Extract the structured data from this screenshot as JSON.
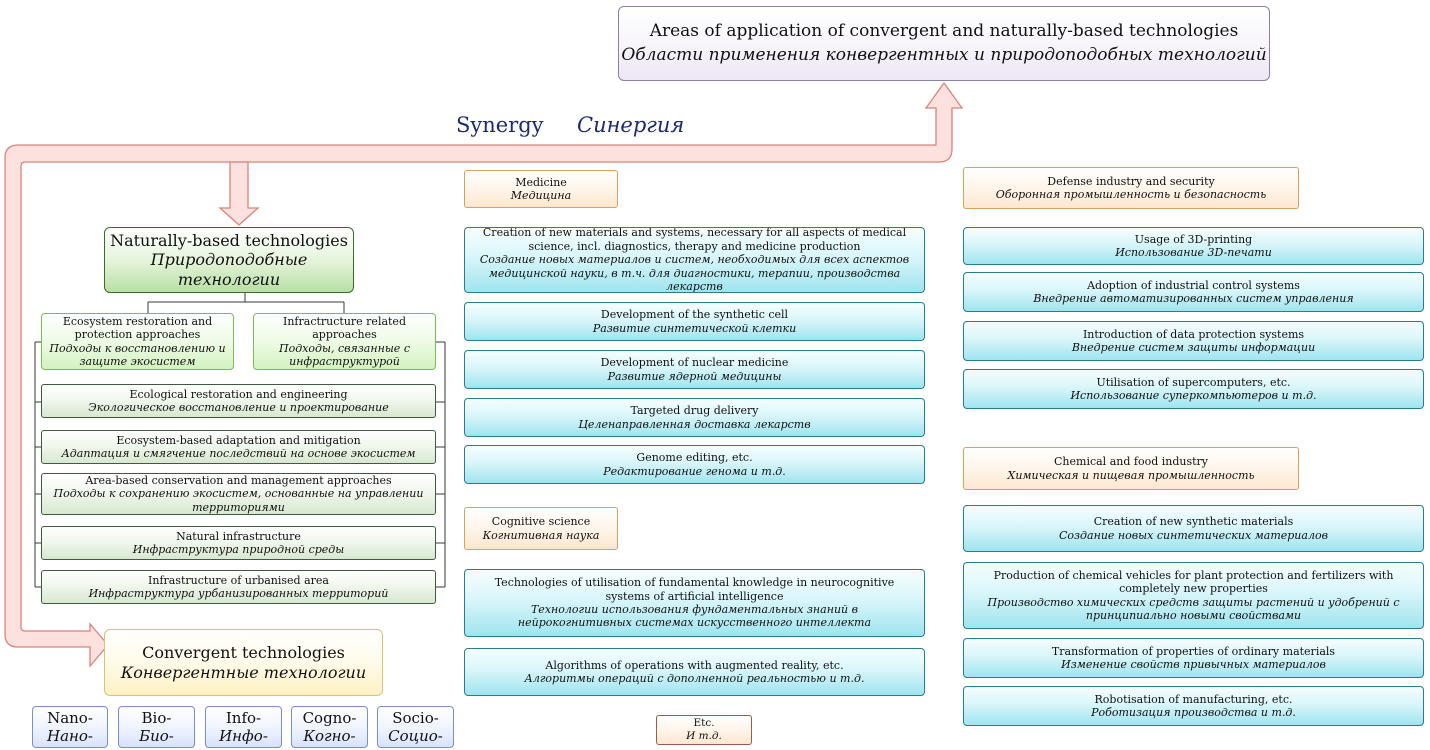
{
  "top": {
    "en": "Areas of application of convergent and naturally-based technologies",
    "ru": "Области применения конвергентных и природоподобных технологий"
  },
  "synergy": {
    "en": "Synergy",
    "ru": "Синергия"
  },
  "natural": {
    "title": {
      "en": "Naturally-based technologies",
      "ru": "Природоподобные технологии"
    },
    "approaches": [
      {
        "en": "Ecosystem restoration and protection approaches",
        "ru": "Подходы к восстановлению и защите экосистем"
      },
      {
        "en": "Infractructure related approaches",
        "ru": "Подходы, связанные с инфраструктурой"
      }
    ],
    "items": [
      {
        "en": "Ecological restoration and engineering",
        "ru": "Экологическое восстановление и проектирование"
      },
      {
        "en": "Ecosystem-based adaptation and mitigation",
        "ru": "Адаптация и смягчение последствий на основе экосистем"
      },
      {
        "en": "Area-based conservation and management approaches",
        "ru": "Подходы к сохранению экосистем, основанные на управлении территориями"
      },
      {
        "en": "Natural infrastructure",
        "ru": "Инфраструктура природной среды"
      },
      {
        "en": "Infrastructure of urbanised area",
        "ru": "Инфраструктура урбанизированных территорий"
      }
    ]
  },
  "convergent": {
    "title": {
      "en": "Convergent technologies",
      "ru": "Конвергентные технологии"
    },
    "chips": [
      {
        "en": "Nano-",
        "ru": "Нано-"
      },
      {
        "en": "Bio-",
        "ru": "Био-"
      },
      {
        "en": "Info-",
        "ru": "Инфо-"
      },
      {
        "en": "Cogno-",
        "ru": "Когно-"
      },
      {
        "en": "Socio-",
        "ru": "Социо-"
      }
    ]
  },
  "medicine": {
    "header": {
      "en": "Medicine",
      "ru": "Медицина"
    },
    "items": [
      {
        "en": "Creation of new materials and systems, necessary for all aspects of medical science, incl. diagnostics, therapy and medicine production",
        "ru": "Создание новых материалов и систем, необходимых для всех аспектов медицинской науки, в т.ч. для диагностики, терапии, производства лекарств"
      },
      {
        "en": "Development of the synthetic cell",
        "ru": "Развитие синтетической клетки"
      },
      {
        "en": "Development of nuclear medicine",
        "ru": "Развитие ядерной медицины"
      },
      {
        "en": "Targeted drug delivery",
        "ru": "Целенаправленная доставка лекарств"
      },
      {
        "en": "Genome editing, etc.",
        "ru": "Редактирование генома и т.д."
      }
    ]
  },
  "cognitive": {
    "header": {
      "en": "Cognitive science",
      "ru": "Когнитивная наука"
    },
    "items": [
      {
        "en": "Technologies of utilisation of fundamental knowledge in neurocognitive systems of artificial intelligence",
        "ru": "Технологии использования фундаментальных знаний в нейрокогнитивных системах искусственного интеллекта"
      },
      {
        "en": "Algorithms of operations with augmented reality, etc.",
        "ru": "Алгоритмы операций с дополненной реальностью и т.д."
      }
    ]
  },
  "etc": {
    "en": "Etc.",
    "ru": "И т.д."
  },
  "defense": {
    "header": {
      "en": "Defense industry and security",
      "ru": "Оборонная промышленность и безопасность"
    },
    "items": [
      {
        "en": "Usage of 3D-printing",
        "ru": "Использование 3D-печати"
      },
      {
        "en": "Adoption of industrial control systems",
        "ru": "Внедрение автоматизированных систем управления"
      },
      {
        "en": "Introduction of data protection systems",
        "ru": "Внедрение систем защиты информации"
      },
      {
        "en": "Utilisation of supercomputers, etc.",
        "ru": "Использование суперкомпьютеров и т.д."
      }
    ]
  },
  "chemical": {
    "header": {
      "en": "Chemical and food industry",
      "ru": "Химическая и пищевая промышленность"
    },
    "items": [
      {
        "en": "Creation of new synthetic materials",
        "ru": "Создание новых синтетических материалов"
      },
      {
        "en": "Production of chemical vehicles for plant protection and fertilizers with completely new properties",
        "ru": "Производство химических средств защиты растений и удобрений с принципиально новыми свойствами"
      },
      {
        "en": "Transformation of properties of ordinary materials",
        "ru": "Изменение свойств привычных материалов"
      },
      {
        "en": "Robotisation of manufacturing, etc.",
        "ru": "Роботизация производства и т.д."
      }
    ]
  },
  "colors": {
    "arrow_fill": "#fde1de",
    "arrow_stroke": "#d9847a",
    "synergy_text": "#1d2a6e"
  }
}
